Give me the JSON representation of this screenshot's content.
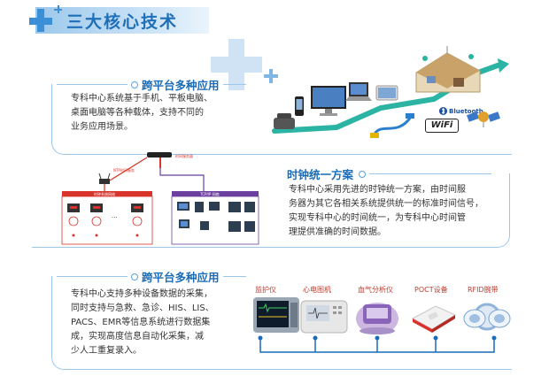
{
  "header": {
    "title": "三大核心技术"
  },
  "section1": {
    "title": "跨平台多种应用",
    "lines": [
      "专科中心系统基于手机、平板电脑、",
      "桌面电脑等各种载体，支持不同的",
      "业务应用场景。"
    ],
    "icons": [
      "phone-icon",
      "monitor-icon",
      "laptop-icon",
      "tablet-icon",
      "smart-home-icon",
      "bluetooth-icon",
      "wifi-icon",
      "fiber-icon",
      "satellite-icon"
    ],
    "bluetooth_label": "Bluetooth",
    "wifi_label": "WiFi"
  },
  "section2": {
    "title": "时钟统一方案",
    "lines": [
      "专科中心采用先进的时钟统一方案，由时间服",
      "务器为其它各相关系统提供统一的标准时间信号，",
      "实现专科中心的时间统一，为专科中心时间管",
      "理提供准确的时间数据。"
    ]
  },
  "section3": {
    "title": "跨平台多种应用",
    "lines": [
      "专科中心支持多种设备数据的采集，",
      "同时支持与急救、急诊、HIS、LIS、",
      "PACS、EMR等信息系统进行数据集",
      "成，实现高度信息自动化采集，减",
      "少人工重复录入。"
    ],
    "devices": [
      "监护仪",
      "心电图机",
      "血气分析仪",
      "POCT设备",
      "RFID腕带"
    ]
  },
  "colors": {
    "accent": "#1a6cb8",
    "light": "#9cc6ea",
    "red": "#d9342b",
    "purple": "#6b3fa0"
  }
}
